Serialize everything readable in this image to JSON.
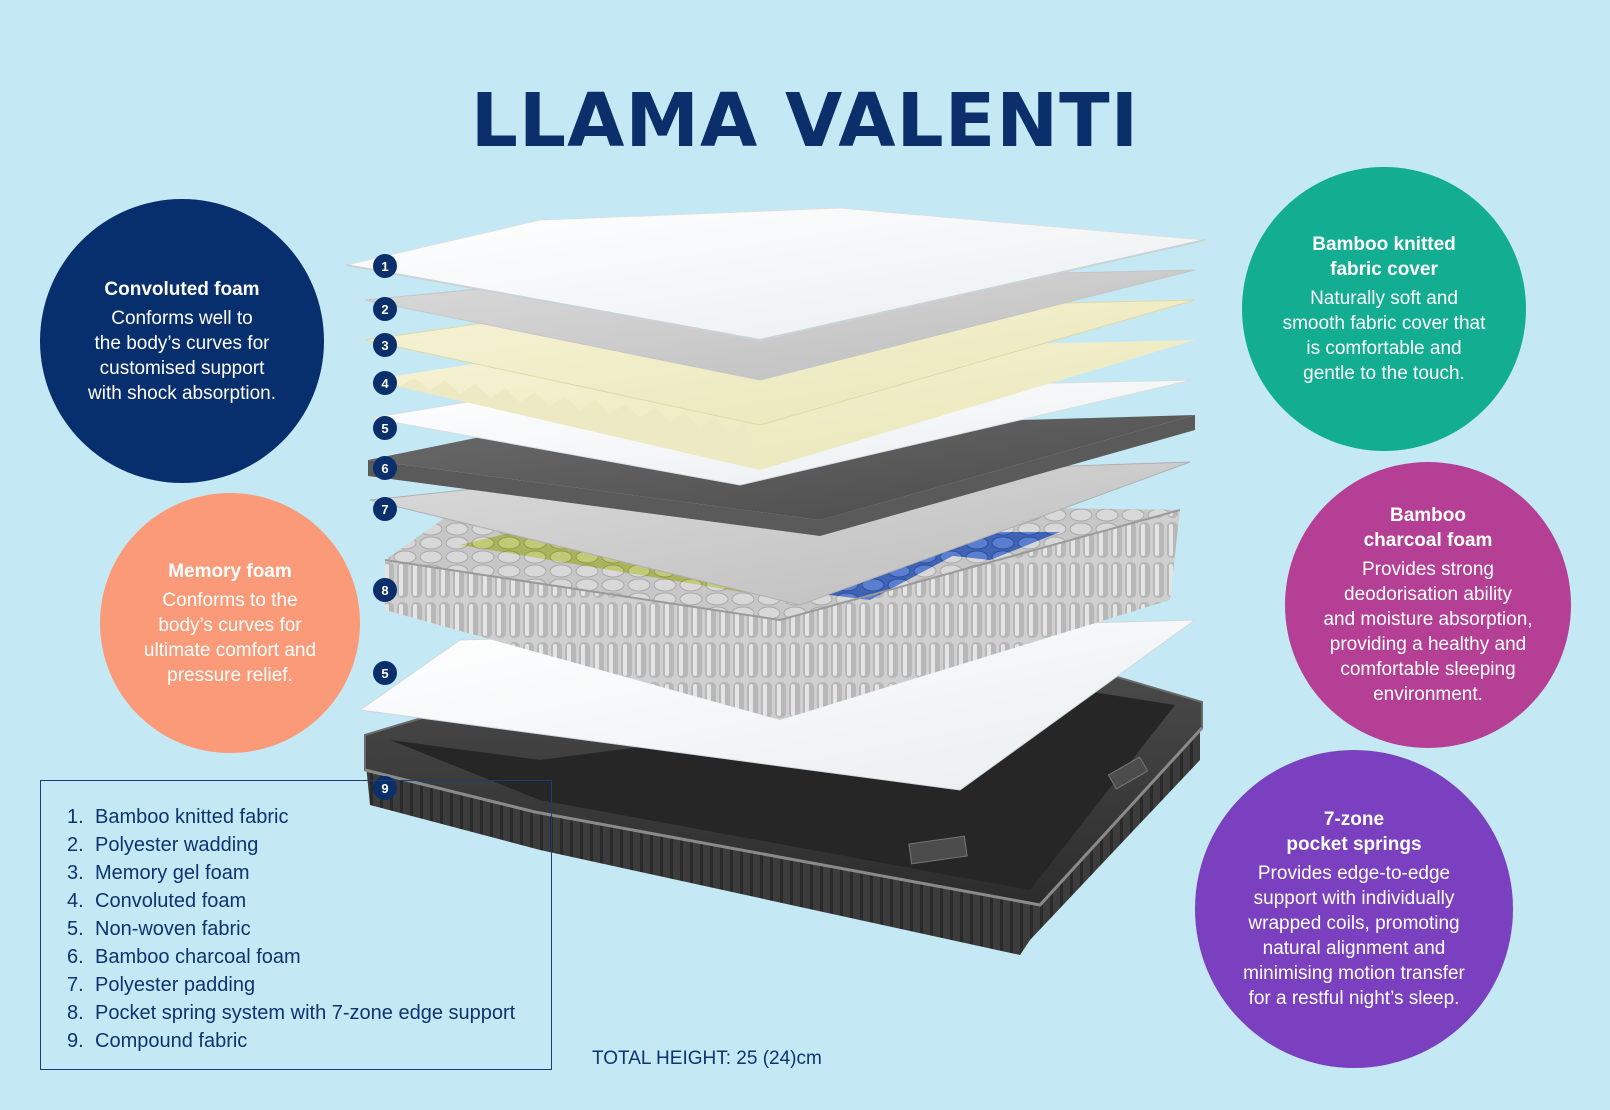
{
  "title": "LLAMA VALENTI",
  "callouts": {
    "convoluted": {
      "heading": "Convoluted foam",
      "body": "Conforms well to\nthe body’s curves for\ncustomised support\nwith shock absorption.",
      "color": "#082f6d"
    },
    "memory": {
      "heading": "Memory foam",
      "body": "Conforms to the\nbody’s curves for\nultimate comfort and\npressure relief.",
      "color": "#fb9a78"
    },
    "bamboo_cover": {
      "heading": "Bamboo knitted\nfabric cover",
      "body": "Naturally soft and\nsmooth fabric cover that\nis comfortable and\ngentle to the touch.",
      "color": "#13ad91"
    },
    "charcoal": {
      "heading": "Bamboo\ncharcoal foam",
      "body": "Provides strong\ndeodorisation ability\nand moisture absorption,\nproviding a healthy and\ncomfortable sleeping\nenvironment.",
      "color": "#b43f95"
    },
    "springs": {
      "heading": "7-zone\npocket springs",
      "body": "Provides edge-to-edge\nsupport with individually\nwrapped coils, promoting\nnatural alignment and\nminimising motion transfer\nfor a restful night’s sleep.",
      "color": "#7a40bf"
    }
  },
  "layer_badges": [
    "1",
    "2",
    "3",
    "4",
    "5",
    "6",
    "7",
    "8",
    "5",
    "9"
  ],
  "legend": [
    {
      "num": "1.",
      "label": "Bamboo knitted fabric"
    },
    {
      "num": "2.",
      "label": "Polyester wadding"
    },
    {
      "num": "3.",
      "label": "Memory gel foam"
    },
    {
      "num": "4.",
      "label": "Convoluted foam"
    },
    {
      "num": "5.",
      "label": "Non-woven fabric"
    },
    {
      "num": "6.",
      "label": "Bamboo charcoal foam"
    },
    {
      "num": "7.",
      "label": "Polyester padding"
    },
    {
      "num": "8.",
      "label": "Pocket spring system with 7-zone edge support"
    },
    {
      "num": "9.",
      "label": "Compound fabric"
    }
  ],
  "total_height": "TOTAL HEIGHT: 25 (24)cm"
}
